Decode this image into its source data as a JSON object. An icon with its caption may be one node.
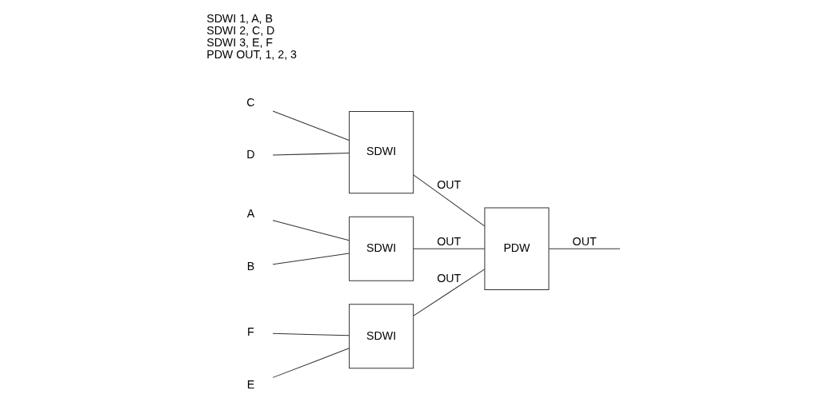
{
  "diagram": {
    "nodes": [
      {
        "text": [
          "A"
        ]
      },
      {
        "text": [
          "B"
        ]
      },
      {
        "text": [
          "SDWI"
        ]
      },
      {
        "text": [
          "C"
        ]
      },
      {
        "text": [
          "D"
        ]
      },
      {
        "text": [
          "SDWI"
        ]
      },
      {
        "text": [
          "E"
        ]
      },
      {
        "text": [
          "F"
        ]
      },
      {
        "text": [
          "SDWI"
        ]
      },
      {
        "text": [
          "PDW"
        ]
      }
    ],
    "edges": [
      {
        "from": 0,
        "to": 2,
        "arrow": "none"
      },
      {
        "from": 1,
        "to": 2,
        "arrow": "none"
      },
      {
        "from": 3,
        "to": 5,
        "arrow": "none"
      },
      {
        "from": 4,
        "to": 5,
        "arrow": "none"
      },
      {
        "from": 6,
        "to": 8,
        "arrow": "none"
      },
      {
        "from": 7,
        "to": 8,
        "arrow": "none"
      },
      {
        "from": 2,
        "to": 9,
        "arrow": "none",
        "label": "OUT"
      },
      {
        "from": 5,
        "to": 9,
        "arrow": "none",
        "label": "OUT"
      },
      {
        "from": 8,
        "to": 9,
        "arrow": "none",
        "label": "OUT"
      },
      {
        "from": 9,
        "to": null,
        "arrow": "none",
        "label": "OUT"
      }
    ],
    "labels": [
      "SDWI 1, A, B",
      "SDWI 2, C, D",
      "SDWI 3, E, F",
      "PDW OUT, 1, 2, 3"
    ]
  }
}
